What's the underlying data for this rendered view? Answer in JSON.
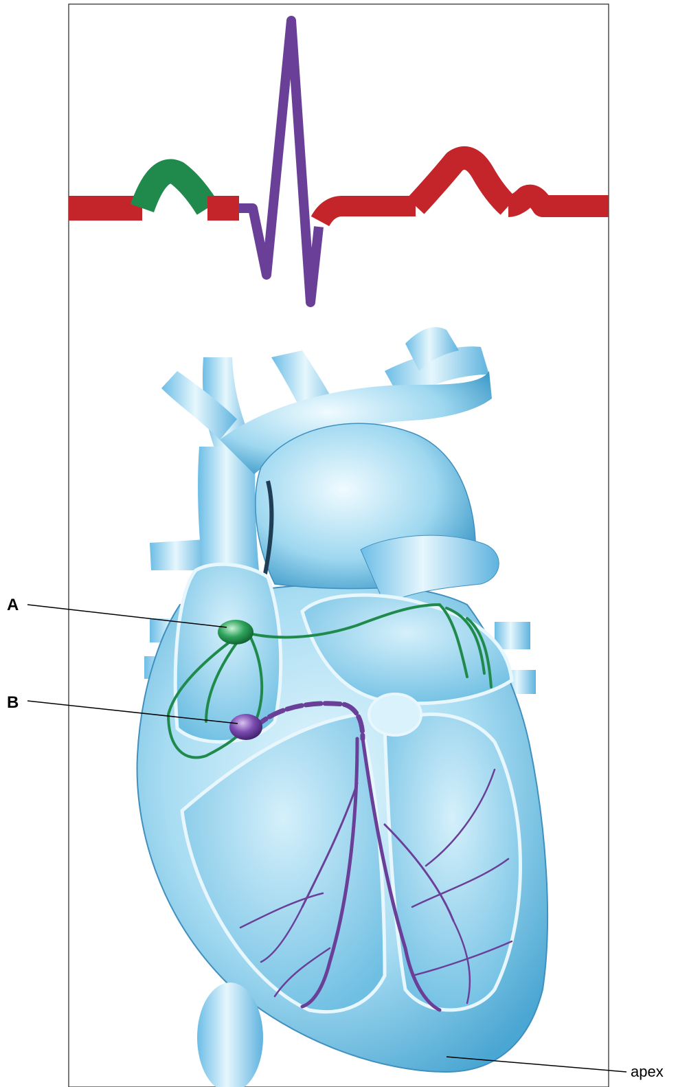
{
  "labels": {
    "a": "A",
    "b": "B",
    "apex": "apex"
  },
  "colors": {
    "baseline": "#c4252b",
    "p_wave": "#1f8a4c",
    "qrs": "#6a3f98",
    "heart_light": "#cfeefb",
    "heart_mid": "#8fd2ee",
    "heart_dark": "#4aa6d2",
    "sa_node": "#1f8a4c",
    "av_node": "#6a3f98",
    "leader": "#000000"
  },
  "icons": {
    "sa_node": "sa-node-icon",
    "av_node": "av-node-icon"
  }
}
